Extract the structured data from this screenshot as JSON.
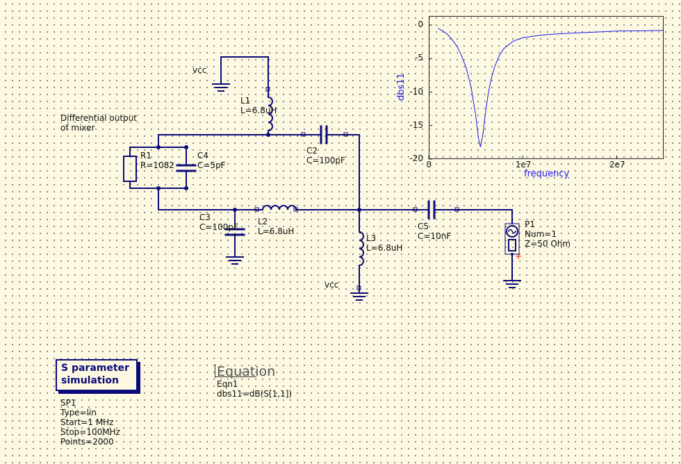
{
  "labels": {
    "vcc_top": "vcc",
    "vcc_bottom": "vcc",
    "diff_line1": "Differential output",
    "diff_line2": "of mixer"
  },
  "components": {
    "L1": {
      "name": "L1",
      "value": "L=6.8uH"
    },
    "C2": {
      "name": "C2",
      "value": "C=100pF"
    },
    "R1": {
      "name": "R1",
      "value": "R=1082"
    },
    "C4": {
      "name": "C4",
      "value": "C=5pF"
    },
    "C3": {
      "name": "C3",
      "value": "C=100pF"
    },
    "L2": {
      "name": "L2",
      "value": "L=6.8uH"
    },
    "L3": {
      "name": "L3",
      "value": "L=6.8uH"
    },
    "C5": {
      "name": "C5",
      "value": "C=10nF"
    },
    "P1": {
      "name": "P1",
      "num": "Num=1",
      "z": "Z=50 Ohm"
    }
  },
  "simulation": {
    "title_line1": "S parameter",
    "title_line2": "simulation",
    "name": "SP1",
    "type": "Type=lin",
    "start": "Start=1 MHz",
    "stop": "Stop=100MHz",
    "points": "Points=2000"
  },
  "equation": {
    "title": "Equation",
    "name": "Eqn1",
    "expr": "dbs11=dB(S[1,1])"
  },
  "chart_data": {
    "type": "line",
    "xlabel": "frequency",
    "ylabel": "dbs11",
    "xlim": [
      0,
      25000000
    ],
    "ylim": [
      -20,
      0
    ],
    "x_ticks": [
      "0",
      "1e7",
      "2e7"
    ],
    "y_ticks": [
      "0",
      "-5",
      "-10",
      "-15",
      "-20"
    ],
    "series": [
      {
        "color": "#1a1af0",
        "x": [
          1000000,
          1500000,
          2000000,
          2500000,
          3000000,
          3500000,
          4000000,
          4500000,
          5000000,
          5300000,
          5500000,
          5800000,
          6000000,
          6300000,
          6600000,
          7000000,
          7500000,
          8000000,
          9000000,
          10000000,
          12000000,
          14000000,
          17000000,
          20000000,
          23000000,
          25000000
        ],
        "y": [
          -0.5,
          -0.9,
          -1.4,
          -2.2,
          -3.2,
          -4.6,
          -6.5,
          -9.2,
          -13.5,
          -17.0,
          -18.2,
          -16.0,
          -13.5,
          -10.5,
          -8.3,
          -6.3,
          -4.6,
          -3.5,
          -2.4,
          -1.9,
          -1.5,
          -1.3,
          -1.1,
          -0.9,
          -0.85,
          -0.8
        ]
      }
    ]
  },
  "colors": {
    "wire": "#0a0a7a",
    "trace": "#1a1af0",
    "port_marker": "#e01010",
    "background": "#fdf8e1"
  }
}
